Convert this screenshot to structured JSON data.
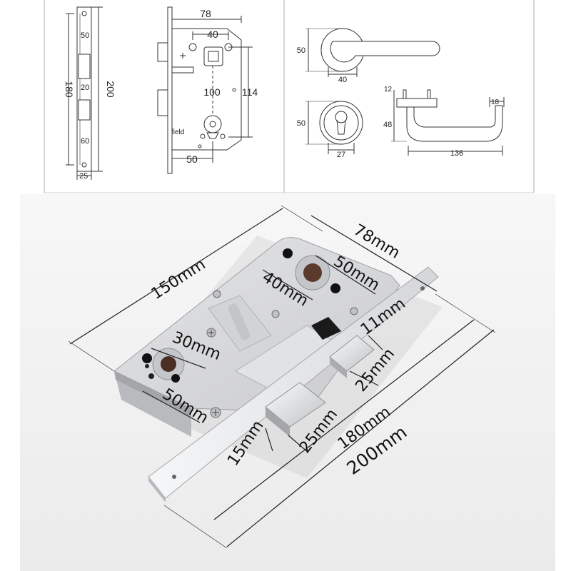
{
  "top_left_drawing": {
    "d50": "50",
    "d180": "180",
    "d20": "20",
    "d200": "200",
    "d60": "60",
    "d25": "25"
  },
  "top_mid_drawing": {
    "d78": "78",
    "d40": "40",
    "d100": "100",
    "d114": "114",
    "d50": "50",
    "field": "field"
  },
  "top_right_drawing": {
    "handle_d50": "50",
    "handle_d40": "40",
    "rose_d50": "50",
    "rose_d27": "27",
    "lever_d12": "12",
    "lever_d18": "18",
    "lever_d48": "48",
    "lever_d136": "136"
  },
  "photo_labels": {
    "l150": "150mm",
    "l78": "78mm",
    "l50_top": "50mm",
    "l40": "40mm",
    "l11": "11mm",
    "l30": "30mm",
    "l50_bottom": "50mm",
    "l25_right": "25mm",
    "l25_bottom": "25mm",
    "l15": "15mm",
    "l180": "180mm",
    "l200": "200mm"
  },
  "colors": {
    "line": "#333333",
    "photo_bg": "#efefef",
    "metal": "#d9dadc",
    "metal_dark": "#b9babd",
    "faceplate": "#eceef0"
  }
}
